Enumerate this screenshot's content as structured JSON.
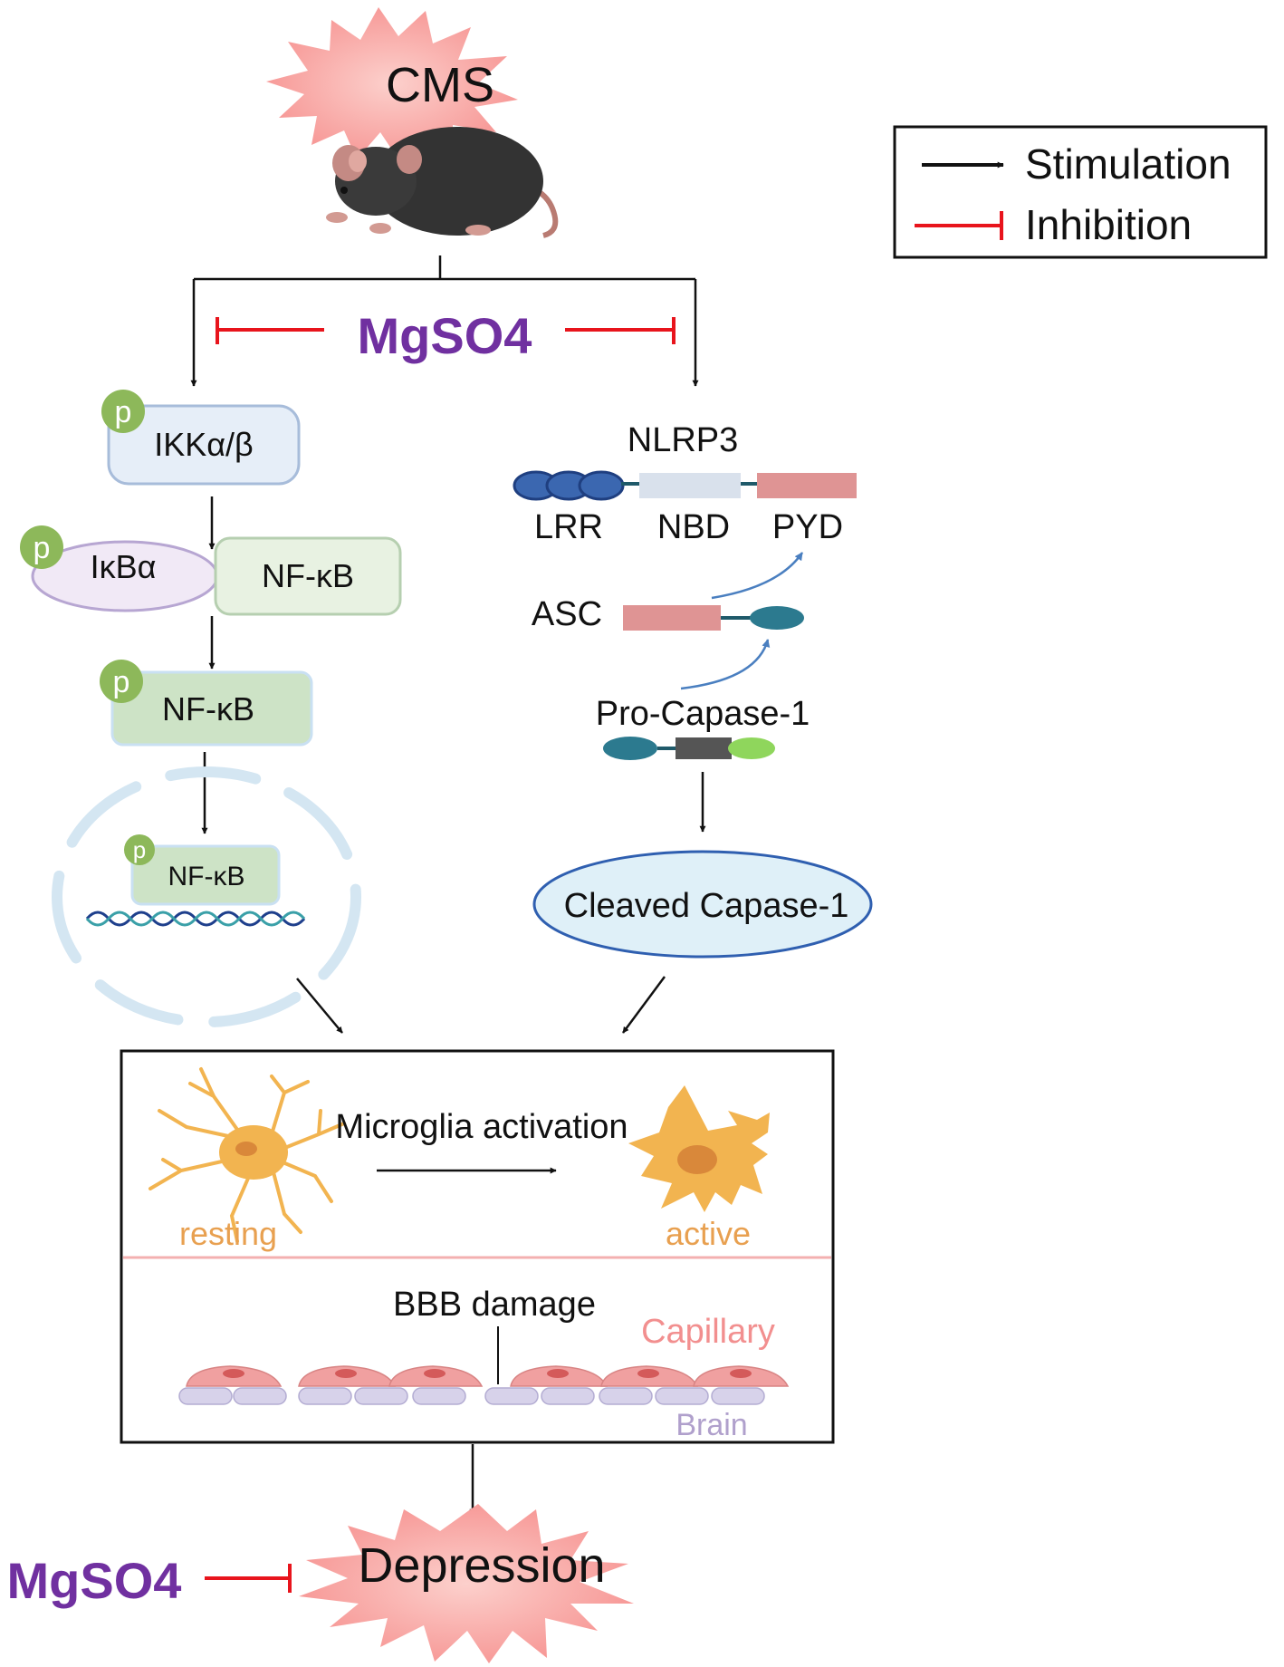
{
  "trigger": {
    "label": "CMS"
  },
  "legend": {
    "stimulation": "Stimulation",
    "inhibition": "Inhibition"
  },
  "drug": {
    "top_label": "MgSO4",
    "bottom_label": "MgSO4"
  },
  "left_pathway": {
    "phospho_badge": "p",
    "ikk": "IKKα/β",
    "ikba": "IκBα",
    "nfkb_complex": "NF-κB",
    "nfkb_phospho": "NF-κB",
    "nfkb_nuclear": "NF-κB"
  },
  "right_pathway": {
    "nlrp3": "NLRP3",
    "lrr": "LRR",
    "nbd": "NBD",
    "pyd": "PYD",
    "asc": "ASC",
    "pro_caspase": "Pro-Capase-1",
    "cleaved_caspase": "Cleaved Capase-1"
  },
  "outcome_box": {
    "microglia_activation": "Microglia activation",
    "resting": "resting",
    "active": "active",
    "bbb_damage": "BBB damage",
    "capillary": "Capillary",
    "brain": "Brain"
  },
  "result": {
    "label": "Depression"
  },
  "colors": {
    "stimulation_arrow": "#111111",
    "inhibition_line": "#e8141c",
    "drug_text": "#7030a0",
    "burst": "#f8a8a8",
    "phospho": "#8db85a",
    "microglia": "#f2b450",
    "microglia_label": "#e8a050",
    "capillary_label": "#f28f8f",
    "brain_label": "#b0a0cc"
  }
}
